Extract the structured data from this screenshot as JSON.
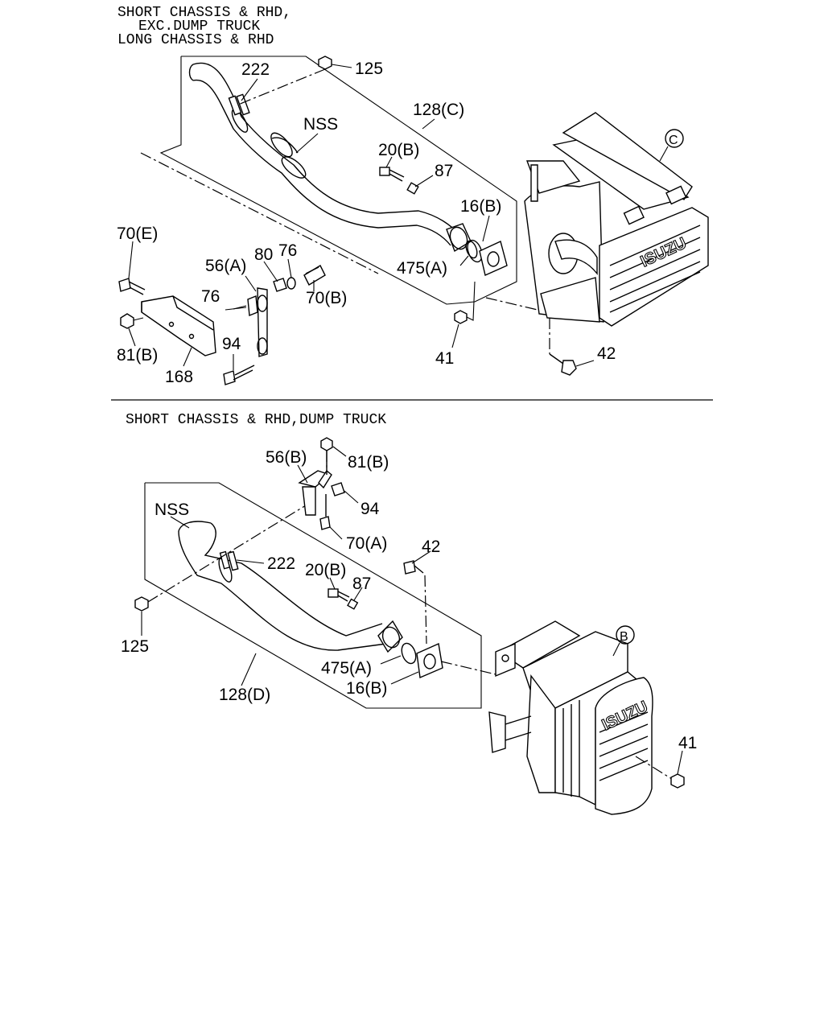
{
  "top_section": {
    "title_lines": [
      "SHORT CHASSIS & RHD,",
      "EXC.DUMP TRUCK",
      "LONG CHASSIS & RHD"
    ],
    "labels": {
      "l222": "222",
      "l125": "125",
      "nss": "NSS",
      "l128c": "128(C)",
      "l20b": "20(B)",
      "l87": "87",
      "l16b": "16(B)",
      "l475a": "475(A)",
      "l70e": "70(E)",
      "l56a": "56(A)",
      "l80": "80",
      "l76a": "76",
      "l70b": "70(B)",
      "l76b": "76",
      "l81b": "81(B)",
      "l168": "168",
      "l94": "94",
      "l41": "41",
      "l42": "42"
    },
    "muffler_ref": "C",
    "brand_logo": "ISUZU"
  },
  "bottom_section": {
    "title": "SHORT CHASSIS & RHD,DUMP TRUCK",
    "labels": {
      "l56b": "56(B)",
      "l81b": "81(B)",
      "l94": "94",
      "l70a": "70(A)",
      "nss": "NSS",
      "l222": "222",
      "l42": "42",
      "l20b": "20(B)",
      "l87": "87",
      "l125": "125",
      "l475a": "475(A)",
      "l16b": "16(B)",
      "l128d": "128(D)",
      "l41": "41"
    },
    "muffler_ref": "B",
    "brand_logo": "ISUZU"
  }
}
